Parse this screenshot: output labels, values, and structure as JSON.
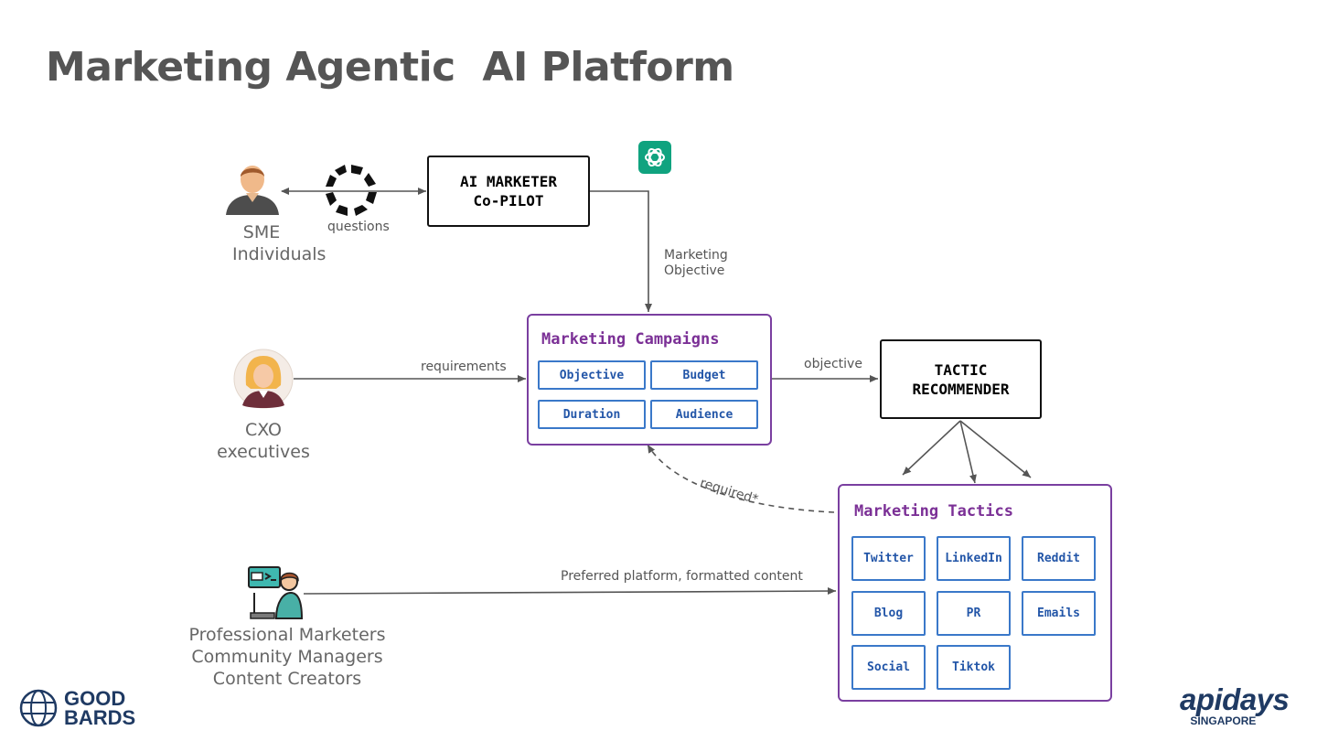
{
  "title": "Marketing Agentic  AI Platform",
  "actors": {
    "sme": [
      "SME",
      "Individuals"
    ],
    "cxo": [
      "CXO",
      "executives"
    ],
    "pros": [
      "Professional Marketers",
      "Community Managers",
      "Content Creators"
    ]
  },
  "edges": {
    "questions": "questions",
    "marketing_objective": [
      "Marketing",
      "Objective"
    ],
    "requirements": "requirements",
    "objective": "objective",
    "required": "required*",
    "preferred": "Preferred platform, formatted content"
  },
  "copilot": [
    "AI MARKETER",
    "Co-PILOT"
  ],
  "tactic_recommender": [
    "TACTIC",
    "RECOMMENDER"
  ],
  "campaigns": {
    "title": "Marketing Campaigns",
    "fields": [
      "Objective",
      "Budget",
      "Duration",
      "Audience"
    ]
  },
  "tactics": {
    "title": "Marketing Tactics",
    "items": [
      "Twitter",
      "LinkedIn",
      "Reddit",
      "Blog",
      "PR",
      "Emails",
      "Social",
      "Tiktok"
    ]
  },
  "logos": {
    "good_bards": [
      "GOOD",
      "BARDS"
    ],
    "apidays": [
      "apidays",
      "SINGAPORE"
    ]
  },
  "colors": {
    "purple_border": "#7a3fa0",
    "purple_text": "#7b3096",
    "chip_blue": "#3a78c9",
    "openai_green": "#10a37f",
    "logo_navy": "#1f3a63"
  },
  "icons": [
    "user-icon",
    "cycle-arrows-icon",
    "openai-icon",
    "woman-avatar-icon",
    "marketer-at-desk-icon"
  ]
}
